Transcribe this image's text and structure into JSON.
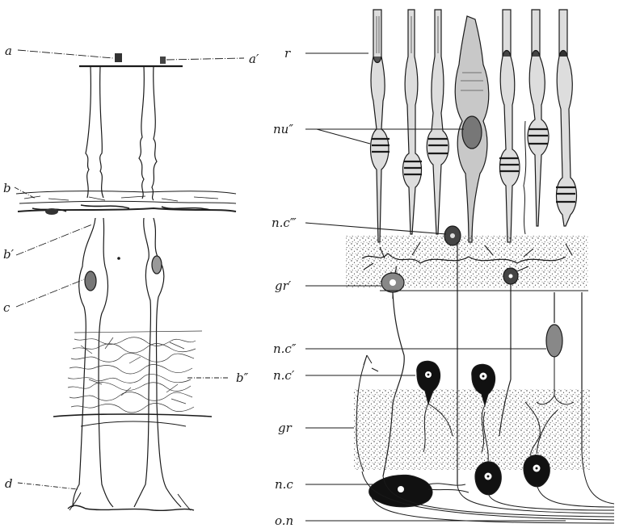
{
  "figure": {
    "left_panel": {
      "labels": {
        "a": "a",
        "a_prime": "a′",
        "b": "b",
        "b_prime": "b′",
        "b_double_prime": "b″",
        "c": "c",
        "d": "d"
      }
    },
    "right_panel": {
      "labels": {
        "r": "r",
        "nu": "nu″",
        "nc3": "n.c‴",
        "gr_prime": "gr′",
        "nc2": "n.c″",
        "nc1": "n.c′",
        "gr": "gr",
        "nc": "n.c",
        "on": "o.n"
      }
    },
    "ink_color": "#1a1a1a",
    "paper_color": "#ffffff"
  }
}
